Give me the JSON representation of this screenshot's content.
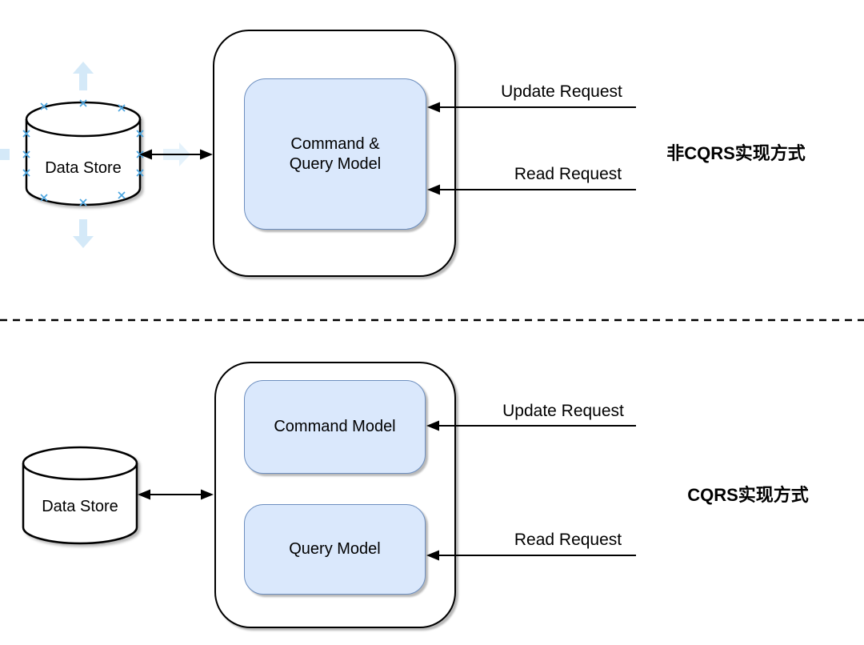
{
  "sections": {
    "non_cqrs": {
      "title": "非CQRS实现方式",
      "datastore_label": "Data Store",
      "model_label": "Command & Query Model",
      "update_arrow_label": "Update Request",
      "read_arrow_label": "Read Request"
    },
    "cqrs": {
      "title": "CQRS实现方式",
      "datastore_label": "Data Store",
      "command_model_label": "Command Model",
      "query_model_label": "Query Model",
      "update_arrow_label": "Update Request",
      "read_arrow_label": "Read Request"
    }
  },
  "colors": {
    "background": "#ffffff",
    "shape_stroke": "#000000",
    "model_fill": "#dae8fc",
    "model_stroke": "#6c8ebf",
    "selection_arrow_fill": "#d4e9f8",
    "connection_point_color": "#4da6e0",
    "shadow": "rgba(0,0,0,0.28)"
  },
  "icons": {
    "datastore_shape": "database-cylinder-icon",
    "selection_hints": [
      "up-arrow-icon",
      "down-arrow-icon",
      "left-arrow-icon",
      "right-arrow-icon",
      "connection-point-icon"
    ],
    "divider": "dashed-separator"
  }
}
